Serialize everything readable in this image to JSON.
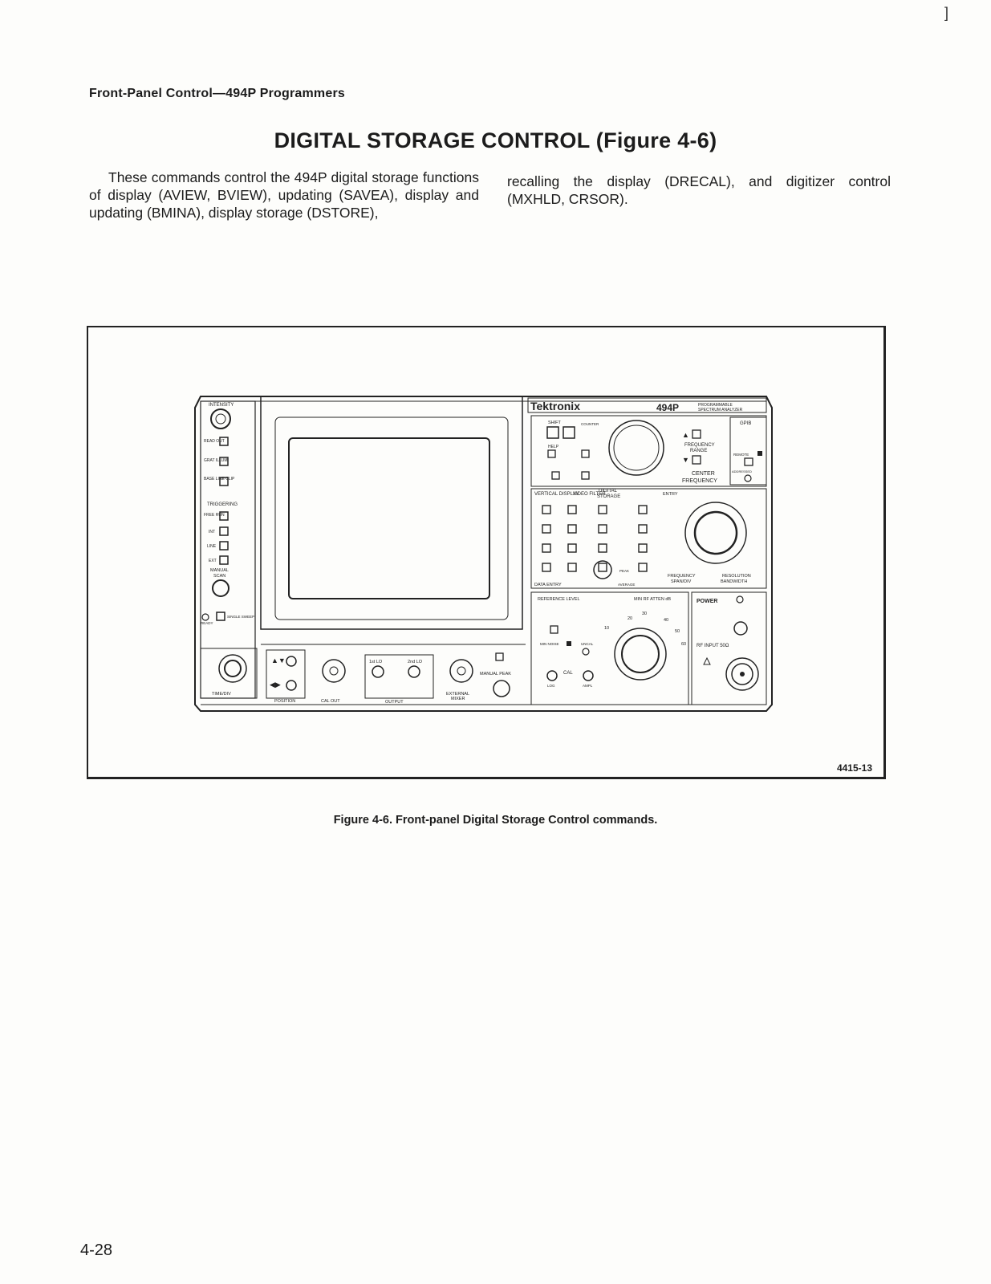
{
  "running_header": "Front-Panel Control—494P Programmers",
  "section_title": "DIGITAL STORAGE CONTROL (Figure 4-6)",
  "paragraph_col1": "These commands control the 494P digital storage functions of display (AVIEW, BVIEW), updating (SAVEA), display and updating (BMINA), display storage (DSTORE),",
  "paragraph_col2": "recalling the display (DRECAL), and digitizer control (MXHLD, CRSOR).",
  "figure": {
    "code": "4415-13",
    "caption": "Figure 4-6. Front-panel Digital Storage Control commands.",
    "panel_labels": {
      "brand": "Tektronix",
      "model": "494P",
      "product_line1": "PROGRAMMABLE",
      "product_line2": "SPECTRUM ANALYZER",
      "intensity": "INTENSITY",
      "readout": "READ OUT",
      "grat_illum": "GRAT ILLUM",
      "base_line_clip": "BASE LINE CLIP",
      "triggering": "TRIGGERING",
      "free_run": "FREE RUN",
      "int": "INT",
      "line": "LINE",
      "ext": "EXT",
      "manual_scan_1": "MANUAL",
      "manual_scan_2": "SCAN",
      "single_sweep": "SINGLE SWEEP",
      "ready": "READY",
      "time_div": "TIME/DIV",
      "position": "POSITION",
      "cal_out": "CAL OUT",
      "first_lo": "1st LO",
      "second_lo": "2nd LO",
      "output": "OUTPUT",
      "external_mixer_1": "EXTERNAL",
      "external_mixer_2": "MIXER",
      "manual_peak": "MANUAL PEAK",
      "shift": "SHIFT",
      "help": "HELP",
      "counter": "COUNTER",
      "frequency_range_1": "FREQUENCY",
      "frequency_range_2": "RANGE",
      "center_frequency_1": "CENTER",
      "center_frequency_2": "FREQUENCY",
      "gpib": "GPIB",
      "remote": "REMOTE",
      "addressed": "ADDRESSED",
      "vertical_display": "VERTICAL DISPLAY",
      "video_filter": "VIDEO FILTER",
      "digital_storage_1": "DIGITAL",
      "digital_storage_2": "STORAGE",
      "entry": "ENTRY",
      "data_entry": "DATA ENTRY",
      "frequency_span_1": "FREQUENCY",
      "frequency_span_2": "SPAN/DIV",
      "resolution_bandwidth_1": "RESOLUTION",
      "resolution_bandwidth_2": "BANDWIDTH",
      "reference_level": "REFERENCE LEVEL",
      "min_rf_atten": "MIN RF ATTEN dB",
      "power": "POWER",
      "rf_input": "RF INPUT 50Ω",
      "cal": "CAL",
      "min_noise": "MIN NOISE",
      "uncal": "UNCAL",
      "log": "LOG",
      "ampl": "AMPL",
      "peak": "PEAK",
      "average": "AVERAGE",
      "atten_20": "20",
      "atten_30": "30",
      "atten_40": "40",
      "atten_10": "10",
      "atten_50": "50",
      "atten_60": "60"
    }
  },
  "page_number": "4-28",
  "margin_mark": "]"
}
